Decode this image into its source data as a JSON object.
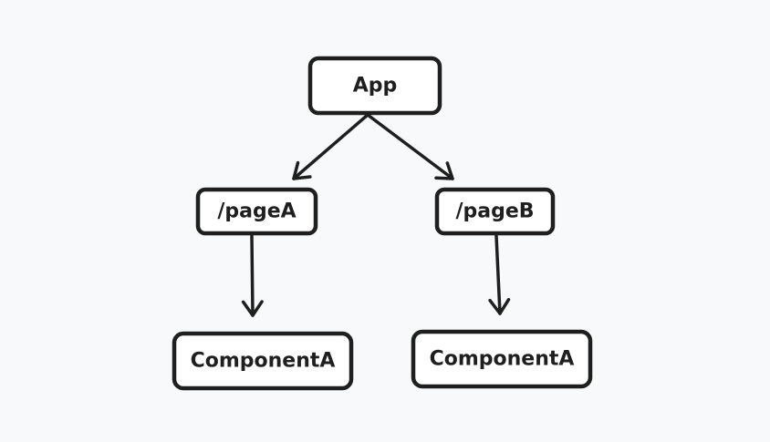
{
  "diagram": {
    "nodes": [
      {
        "id": "app",
        "label": "App"
      },
      {
        "id": "pageA",
        "label": "/pageA"
      },
      {
        "id": "pageB",
        "label": "/pageB"
      },
      {
        "id": "componentA-left",
        "label": "ComponentA"
      },
      {
        "id": "componentA-right",
        "label": "ComponentA"
      }
    ],
    "edges": [
      {
        "from": "app",
        "to": "pageA"
      },
      {
        "from": "app",
        "to": "pageB"
      },
      {
        "from": "pageA",
        "to": "componentA-left"
      },
      {
        "from": "pageB",
        "to": "componentA-right"
      }
    ]
  },
  "colors": {
    "background": "#f8f9fa",
    "stroke": "#1f1f1f",
    "box_fill": "#ffffff",
    "text": "#1f1f1f"
  }
}
